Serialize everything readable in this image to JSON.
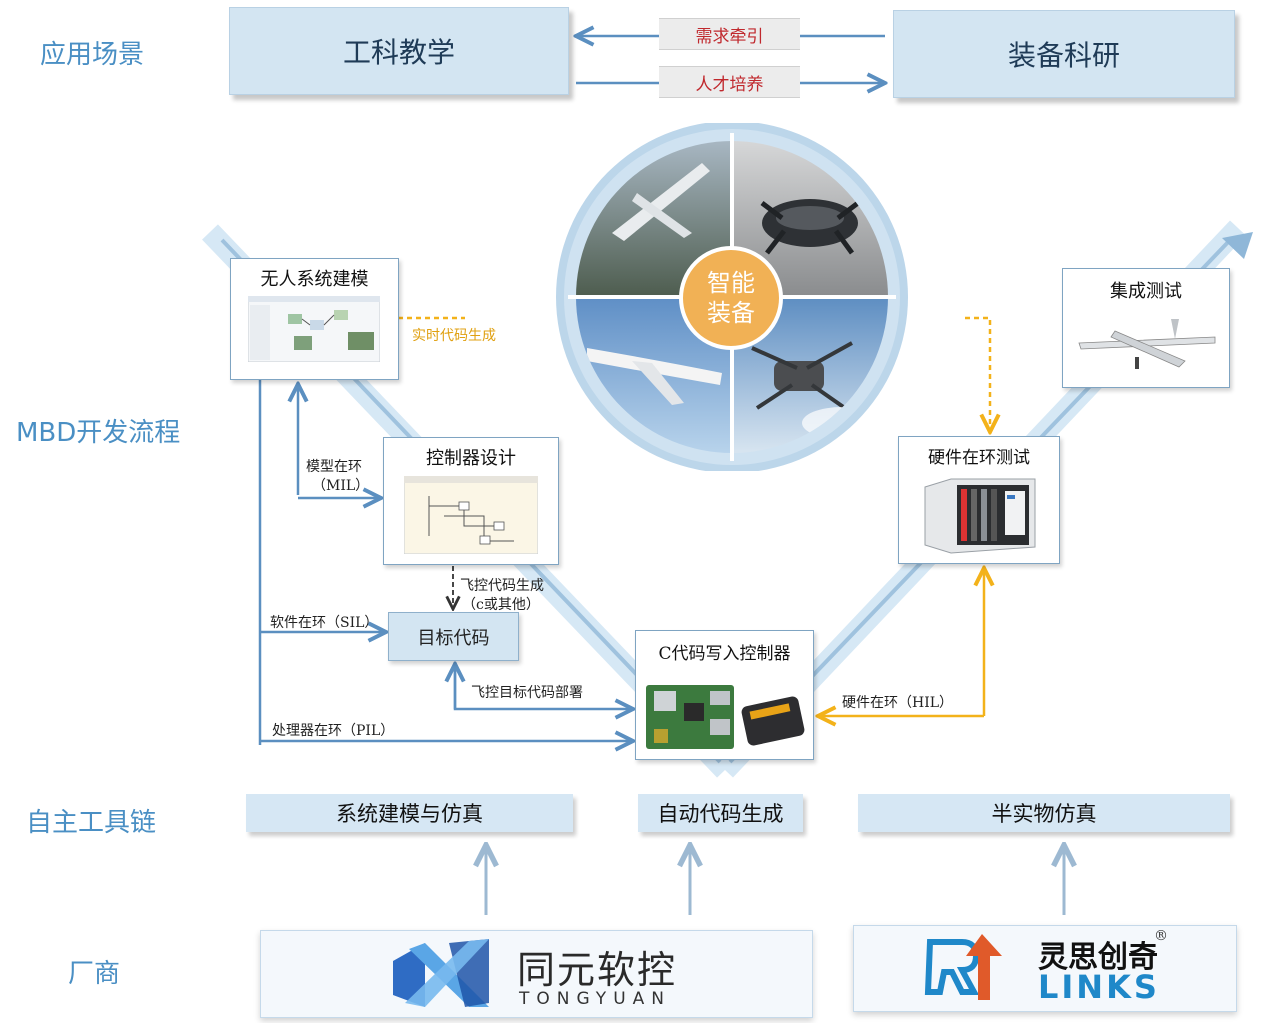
{
  "rows": {
    "scenario": "应用场景",
    "mbd": "MBD开发流程",
    "toolchain": "自主工具链",
    "vendor": "厂商"
  },
  "scenario": {
    "left_box": "工科教学",
    "right_box": "装备科研",
    "tag_top": "需求牵引",
    "tag_bottom": "人才培养"
  },
  "center": {
    "label_line1": "智能",
    "label_line2": "装备"
  },
  "process": {
    "modeling": "无人系统建模",
    "controller_design": "控制器设计",
    "target_code": "目标代码",
    "c_code_write": "C代码写入控制器",
    "hil_test": "硬件在环测试",
    "integration_test": "集成测试"
  },
  "links": {
    "realtime_codegen": "实时代码生成",
    "mil_line1": "模型在环",
    "mil_line2": "（MIL）",
    "flight_codegen_line1": "飞控代码生成",
    "flight_codegen_line2": "（c或其他）",
    "sil": "软件在环（SIL）",
    "deploy": "飞控目标代码部署",
    "pil": "处理器在环（PIL）",
    "hil": "硬件在环（HIL）"
  },
  "tools": {
    "sysmodel": "系统建模与仿真",
    "autocode": "自动代码生成",
    "semiphysical": "半实物仿真"
  },
  "vendors": {
    "tongyuan_cn": "同元软控",
    "tongyuan_en": "TONGYUAN",
    "links_cn": "灵思创奇",
    "links_en": "LINKS",
    "registered": "®"
  },
  "icons": {
    "center_images": [
      "fixed-wing-uav-photo",
      "passenger-drone-photo",
      "airliner-photo",
      "quadcopter-photo"
    ],
    "tongyuan_logo": "tongyuan-logo-icon",
    "links_logo": "rt-links-logo-icon"
  },
  "colors": {
    "row_label": "#4a8fc4",
    "arrow_blue": "#5b8fc0",
    "arrow_yellow": "#f3b21a",
    "tag_text": "#c0282d",
    "box_fill": "#d3e5f2"
  }
}
